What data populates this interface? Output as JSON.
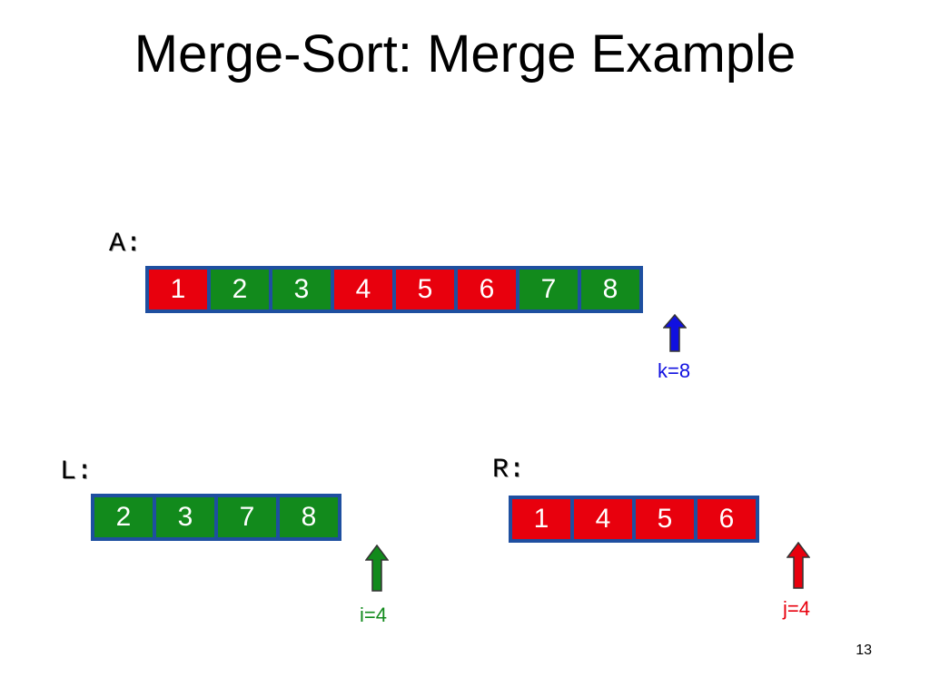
{
  "title": "Merge-Sort: Merge Example",
  "colors": {
    "red": "#e8000d",
    "green": "#128a1c",
    "blue": "#1010e0",
    "border": "#1e4fa0"
  },
  "arrays": {
    "A": {
      "label": "A:",
      "values": [
        {
          "v": "1",
          "color": "red"
        },
        {
          "v": "2",
          "color": "green"
        },
        {
          "v": "3",
          "color": "green"
        },
        {
          "v": "4",
          "color": "red"
        },
        {
          "v": "5",
          "color": "red"
        },
        {
          "v": "6",
          "color": "red"
        },
        {
          "v": "7",
          "color": "green"
        },
        {
          "v": "8",
          "color": "green"
        }
      ]
    },
    "L": {
      "label": "L:",
      "values": [
        {
          "v": "2",
          "color": "green"
        },
        {
          "v": "3",
          "color": "green"
        },
        {
          "v": "7",
          "color": "green"
        },
        {
          "v": "8",
          "color": "green"
        }
      ]
    },
    "R": {
      "label": "R:",
      "values": [
        {
          "v": "1",
          "color": "red"
        },
        {
          "v": "4",
          "color": "red"
        },
        {
          "v": "5",
          "color": "red"
        },
        {
          "v": "6",
          "color": "red"
        }
      ]
    }
  },
  "pointers": {
    "k": {
      "label": "k=8",
      "color": "blue"
    },
    "i": {
      "label": "i=4",
      "color": "green"
    },
    "j": {
      "label": "j=4",
      "color": "red"
    }
  },
  "slide_number": "13"
}
